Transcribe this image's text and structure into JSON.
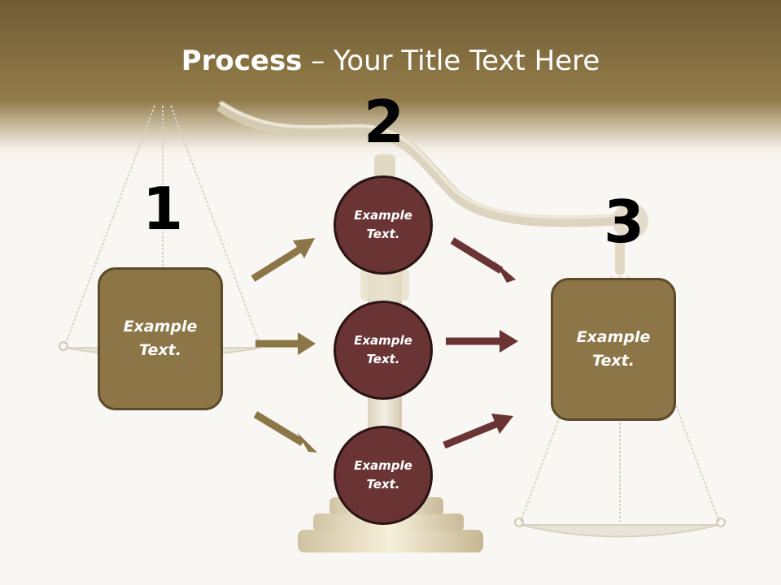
{
  "slide": {
    "title_bold": "Process",
    "title_rest": " – Your Title Text Here"
  },
  "steps": {
    "one": {
      "number": "1",
      "text_line1": "Example",
      "text_line2": "Text."
    },
    "two": {
      "number": "2"
    },
    "three": {
      "number": "3",
      "text_line1": "Example",
      "text_line2": "Text."
    }
  },
  "circles": [
    {
      "text_line1": "Example",
      "text_line2": "Text."
    },
    {
      "text_line1": "Example",
      "text_line2": "Text."
    },
    {
      "text_line1": "Example",
      "text_line2": "Text."
    }
  ],
  "colors": {
    "header_gold": "#8a7444",
    "box_fill": "#8c7547",
    "circle_fill": "#6a3434",
    "arrow_gold": "#8c7547",
    "arrow_maroon": "#6a3434"
  }
}
